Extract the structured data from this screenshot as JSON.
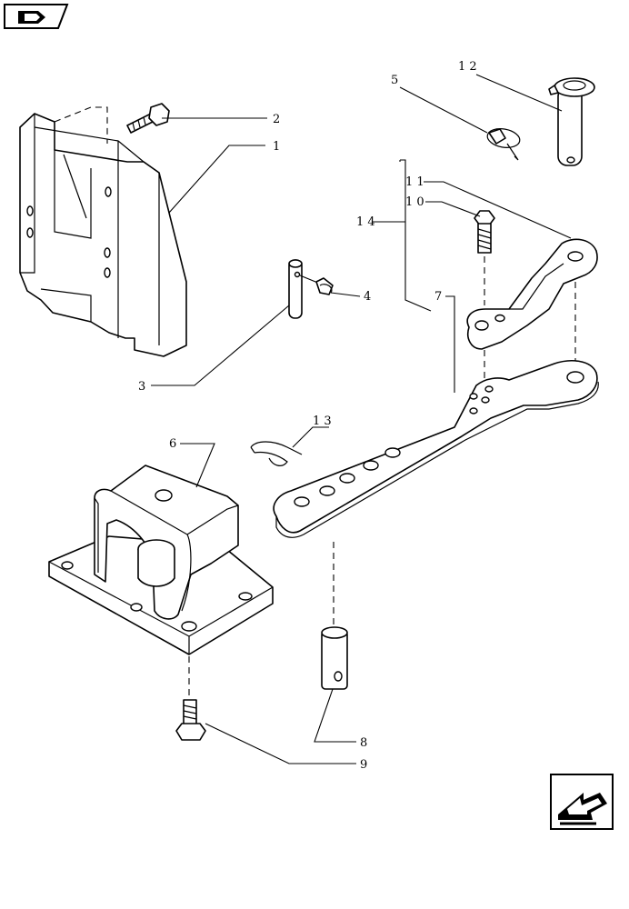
{
  "nav": {
    "prev_icon": "page-back-arrow-icon",
    "next_icon": "page-forward-arrow-icon"
  },
  "callouts": [
    {
      "id": "c1",
      "text": "1"
    },
    {
      "id": "c2",
      "text": "2"
    },
    {
      "id": "c3",
      "text": "3"
    },
    {
      "id": "c4",
      "text": "4"
    },
    {
      "id": "c5",
      "text": "5"
    },
    {
      "id": "c6",
      "text": "6"
    },
    {
      "id": "c7",
      "text": "7"
    },
    {
      "id": "c8",
      "text": "8"
    },
    {
      "id": "c9",
      "text": "9"
    },
    {
      "id": "c10",
      "text": "1 0"
    },
    {
      "id": "c11",
      "text": "1 1"
    },
    {
      "id": "c12",
      "text": "1 2"
    },
    {
      "id": "c13",
      "text": "1 3"
    },
    {
      "id": "c14",
      "text": "1 4"
    }
  ]
}
